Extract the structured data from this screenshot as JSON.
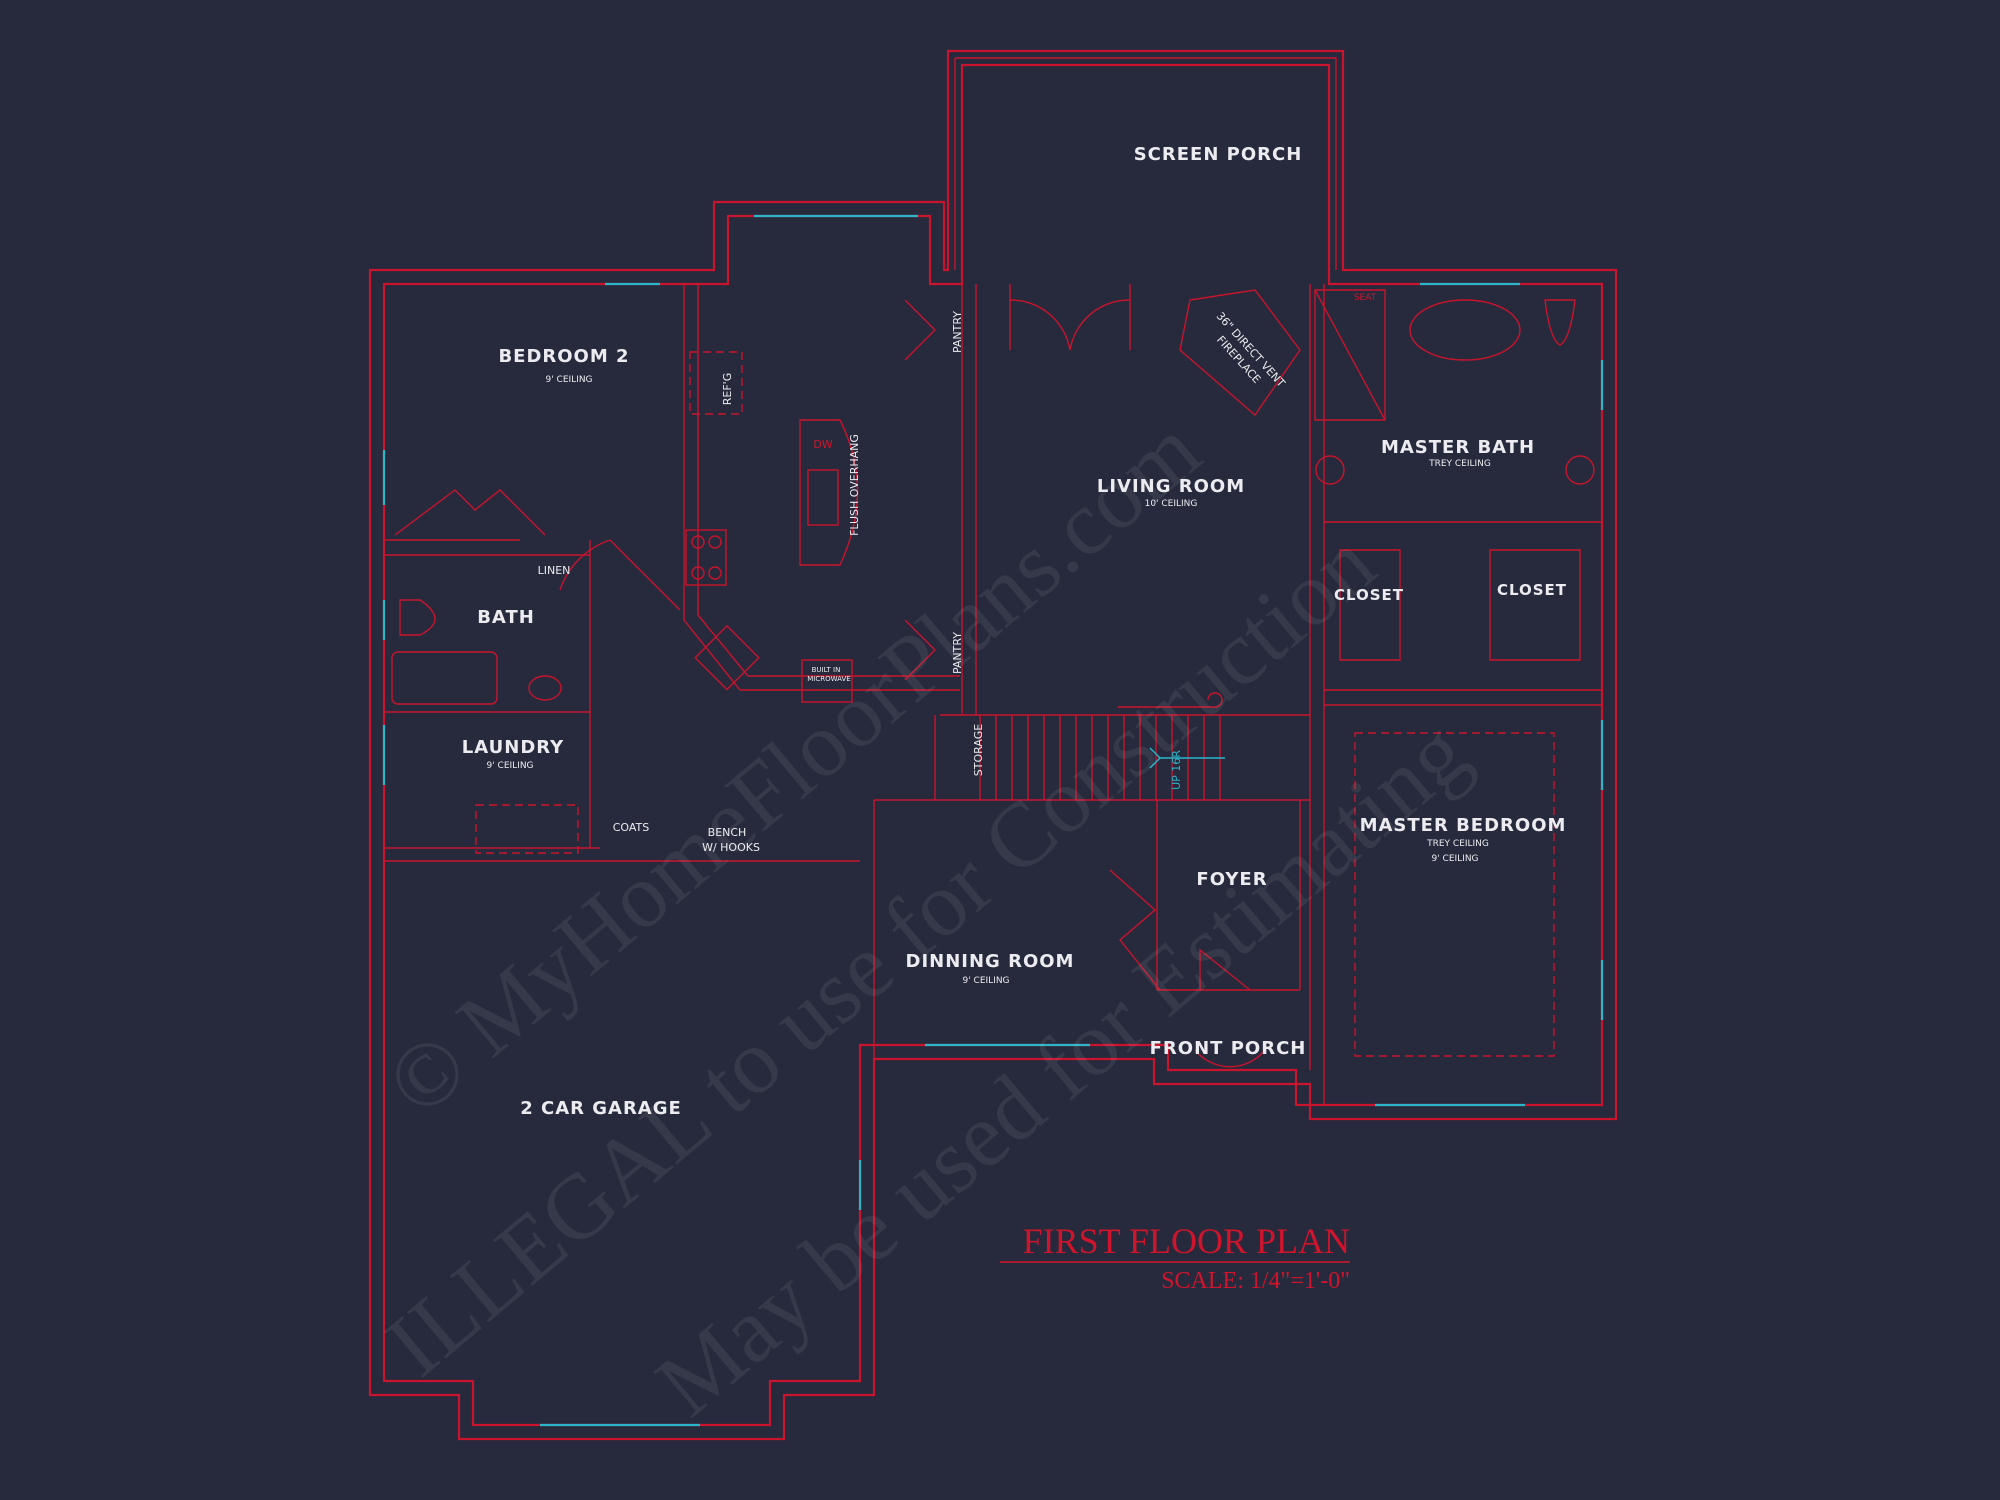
{
  "colors": {
    "background": "#262a3c",
    "walls": "#c8142c",
    "labels": "#ececf0",
    "windows": "#2bb5c9",
    "title": "#d0142c"
  },
  "title": {
    "text": "FIRST FLOOR PLAN",
    "scale": "SCALE: 1/4\"=1'-0\""
  },
  "rooms": {
    "screen_porch": {
      "name": "SCREEN PORCH"
    },
    "bedroom2": {
      "name": "BEDROOM 2",
      "ceiling": "9' CEILING"
    },
    "living": {
      "name": "LIVING ROOM",
      "ceiling": "10' CEILING"
    },
    "master_bath": {
      "name": "MASTER BATH",
      "ceiling": "TREY CEILING"
    },
    "closet_left": {
      "name": "CLOSET"
    },
    "closet_right": {
      "name": "CLOSET"
    },
    "bath": {
      "name": "BATH"
    },
    "linen": {
      "name": "LINEN"
    },
    "laundry": {
      "name": "LAUNDRY",
      "ceiling": "9' CEILING"
    },
    "coats": {
      "name": "COATS"
    },
    "bench": {
      "line1": "BENCH",
      "line2": "W/ HOOKS"
    },
    "dining": {
      "name": "DINNING ROOM",
      "ceiling": "9' CEILING"
    },
    "foyer": {
      "name": "FOYER"
    },
    "front_porch": {
      "name": "FRONT PORCH"
    },
    "master_bedroom": {
      "name": "MASTER BEDROOM",
      "ceiling1": "TREY CEILING",
      "ceiling2": "9' CEILING"
    },
    "garage": {
      "name": "2 CAR GARAGE"
    },
    "pantry_top": {
      "name": "PANTRY"
    },
    "pantry_bottom": {
      "name": "PANTRY"
    },
    "storage": {
      "name": "STORAGE"
    }
  },
  "fixtures": {
    "refrigerator": "REF'G",
    "dishwasher": "DW",
    "island": "FLUSH OVERHANG",
    "microwave_line1": "BUILT IN",
    "microwave_line2": "MICROWAVE",
    "fireplace_line1": "36\" DIRECT VENT",
    "fireplace_line2": "FIREPLACE",
    "seat": "SEAT",
    "stairs": "UP 16R"
  },
  "watermark": {
    "line1": "© MyHomeFloorPlans.com",
    "line2": "ILLEGAL to use for Construction",
    "line3": "May be used for Estimating"
  }
}
